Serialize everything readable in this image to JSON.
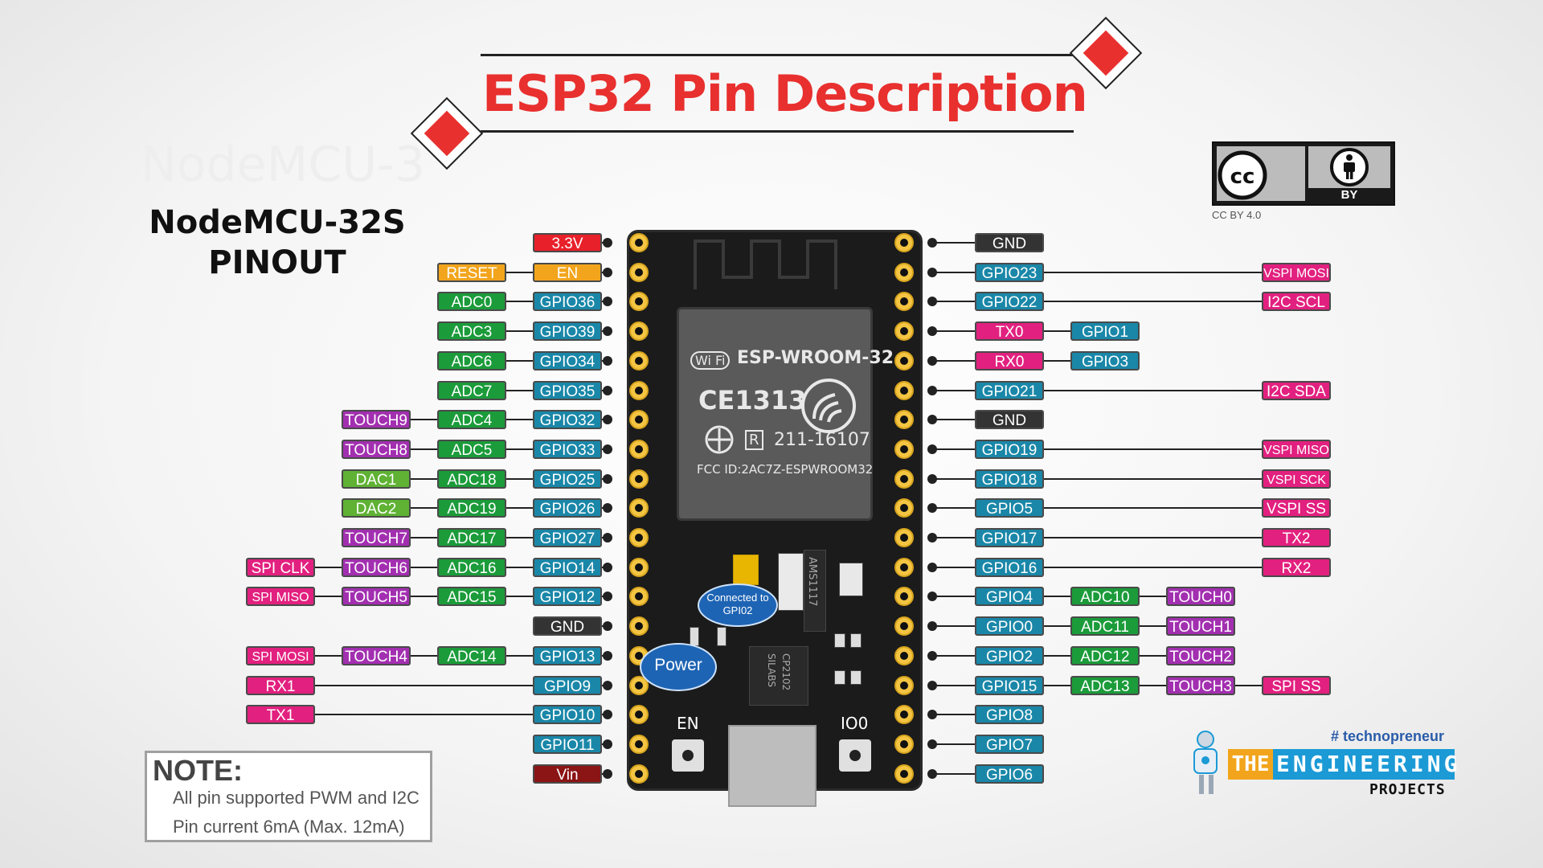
{
  "header": {
    "title": "ESP32 Pin Description",
    "subtitle_line1": "NodeMCU-32S",
    "subtitle_line2": "PINOUT",
    "ghost_text": "NodeMCU-3"
  },
  "license": {
    "cc_symbol": "cc",
    "by_label": "BY",
    "caption": "CC BY 4.0",
    "icon_cc": "cc-icon",
    "icon_person": "attribution-person-icon"
  },
  "colors": {
    "power": "#e8202a",
    "reset": "#f2a51c",
    "adc": "#1b9b3a",
    "gpio": "#1a87a8",
    "touch": "#a22fb0",
    "dac": "#5fb233",
    "spi": "#e2207f",
    "gnd": "#333333",
    "vin": "#8b1414",
    "title": "#e8302f"
  },
  "left_pins": [
    {
      "labels": [
        {
          "text": "3.3V",
          "kind": "power"
        }
      ]
    },
    {
      "labels": [
        {
          "text": "RESET",
          "kind": "reset"
        },
        {
          "text": "EN",
          "kind": "reset"
        }
      ]
    },
    {
      "labels": [
        {
          "text": "ADC0",
          "kind": "adc"
        },
        {
          "text": "GPIO36",
          "kind": "gpio"
        }
      ]
    },
    {
      "labels": [
        {
          "text": "ADC3",
          "kind": "adc"
        },
        {
          "text": "GPIO39",
          "kind": "gpio"
        }
      ]
    },
    {
      "labels": [
        {
          "text": "ADC6",
          "kind": "adc"
        },
        {
          "text": "GPIO34",
          "kind": "gpio"
        }
      ]
    },
    {
      "labels": [
        {
          "text": "ADC7",
          "kind": "adc"
        },
        {
          "text": "GPIO35",
          "kind": "gpio"
        }
      ]
    },
    {
      "labels": [
        {
          "text": "TOUCH9",
          "kind": "touch"
        },
        {
          "text": "ADC4",
          "kind": "adc"
        },
        {
          "text": "GPIO32",
          "kind": "gpio"
        }
      ]
    },
    {
      "labels": [
        {
          "text": "TOUCH8",
          "kind": "touch"
        },
        {
          "text": "ADC5",
          "kind": "adc"
        },
        {
          "text": "GPIO33",
          "kind": "gpio"
        }
      ]
    },
    {
      "labels": [
        {
          "text": "DAC1",
          "kind": "dac"
        },
        {
          "text": "ADC18",
          "kind": "adc"
        },
        {
          "text": "GPIO25",
          "kind": "gpio"
        }
      ]
    },
    {
      "labels": [
        {
          "text": "DAC2",
          "kind": "dac"
        },
        {
          "text": "ADC19",
          "kind": "adc"
        },
        {
          "text": "GPIO26",
          "kind": "gpio"
        }
      ]
    },
    {
      "labels": [
        {
          "text": "TOUCH7",
          "kind": "touch"
        },
        {
          "text": "ADC17",
          "kind": "adc"
        },
        {
          "text": "GPIO27",
          "kind": "gpio"
        }
      ]
    },
    {
      "labels": [
        {
          "text": "SPI CLK",
          "kind": "spi"
        },
        {
          "text": "TOUCH6",
          "kind": "touch"
        },
        {
          "text": "ADC16",
          "kind": "adc"
        },
        {
          "text": "GPIO14",
          "kind": "gpio"
        }
      ]
    },
    {
      "labels": [
        {
          "text": "SPI MISO",
          "kind": "spi"
        },
        {
          "text": "TOUCH5",
          "kind": "touch"
        },
        {
          "text": "ADC15",
          "kind": "adc"
        },
        {
          "text": "GPIO12",
          "kind": "gpio"
        }
      ]
    },
    {
      "labels": [
        {
          "text": "GND",
          "kind": "gnd"
        }
      ]
    },
    {
      "labels": [
        {
          "text": "SPI MOSI",
          "kind": "spi"
        },
        {
          "text": "TOUCH4",
          "kind": "touch"
        },
        {
          "text": "ADC14",
          "kind": "adc"
        },
        {
          "text": "GPIO13",
          "kind": "gpio"
        }
      ]
    },
    {
      "labels": [
        {
          "text": "RX1",
          "kind": "spi"
        },
        {
          "text": "GPIO9",
          "kind": "gpio"
        }
      ]
    },
    {
      "labels": [
        {
          "text": "TX1",
          "kind": "spi"
        },
        {
          "text": "GPIO10",
          "kind": "gpio"
        }
      ]
    },
    {
      "labels": [
        {
          "text": "GPIO11",
          "kind": "gpio"
        }
      ]
    },
    {
      "labels": [
        {
          "text": "Vin",
          "kind": "vin"
        }
      ]
    }
  ],
  "right_pins": [
    {
      "labels": [
        {
          "text": "GND",
          "kind": "gnd"
        }
      ]
    },
    {
      "labels": [
        {
          "text": "GPIO23",
          "kind": "gpio"
        },
        {
          "text": "VSPI MOSI",
          "kind": "spi"
        }
      ]
    },
    {
      "labels": [
        {
          "text": "GPIO22",
          "kind": "gpio"
        },
        {
          "text": "I2C SCL",
          "kind": "spi"
        }
      ]
    },
    {
      "labels": [
        {
          "text": "TX0",
          "kind": "spi"
        },
        {
          "text": "GPIO1",
          "kind": "gpio"
        }
      ]
    },
    {
      "labels": [
        {
          "text": "RX0",
          "kind": "spi"
        },
        {
          "text": "GPIO3",
          "kind": "gpio"
        }
      ]
    },
    {
      "labels": [
        {
          "text": "GPIO21",
          "kind": "gpio"
        },
        {
          "text": "I2C SDA",
          "kind": "spi"
        }
      ]
    },
    {
      "labels": [
        {
          "text": "GND",
          "kind": "gnd"
        }
      ]
    },
    {
      "labels": [
        {
          "text": "GPIO19",
          "kind": "gpio"
        },
        {
          "text": "VSPI MISO",
          "kind": "spi"
        }
      ]
    },
    {
      "labels": [
        {
          "text": "GPIO18",
          "kind": "gpio"
        },
        {
          "text": "VSPI SCK",
          "kind": "spi"
        }
      ]
    },
    {
      "labels": [
        {
          "text": "GPIO5",
          "kind": "gpio"
        },
        {
          "text": "VSPI SS",
          "kind": "spi"
        }
      ]
    },
    {
      "labels": [
        {
          "text": "GPIO17",
          "kind": "gpio"
        },
        {
          "text": "TX2",
          "kind": "spi"
        }
      ]
    },
    {
      "labels": [
        {
          "text": "GPIO16",
          "kind": "gpio"
        },
        {
          "text": "RX2",
          "kind": "spi"
        }
      ]
    },
    {
      "labels": [
        {
          "text": "GPIO4",
          "kind": "gpio"
        },
        {
          "text": "ADC10",
          "kind": "adc"
        },
        {
          "text": "TOUCH0",
          "kind": "touch"
        }
      ]
    },
    {
      "labels": [
        {
          "text": "GPIO0",
          "kind": "gpio"
        },
        {
          "text": "ADC11",
          "kind": "adc"
        },
        {
          "text": "TOUCH1",
          "kind": "touch"
        }
      ]
    },
    {
      "labels": [
        {
          "text": "GPIO2",
          "kind": "gpio"
        },
        {
          "text": "ADC12",
          "kind": "adc"
        },
        {
          "text": "TOUCH2",
          "kind": "touch"
        }
      ]
    },
    {
      "labels": [
        {
          "text": "GPIO15",
          "kind": "gpio"
        },
        {
          "text": "ADC13",
          "kind": "adc"
        },
        {
          "text": "TOUCH3",
          "kind": "touch"
        },
        {
          "text": "SPI SS",
          "kind": "spi"
        }
      ]
    },
    {
      "labels": [
        {
          "text": "GPIO8",
          "kind": "gpio"
        }
      ]
    },
    {
      "labels": [
        {
          "text": "GPIO7",
          "kind": "gpio"
        }
      ]
    },
    {
      "labels": [
        {
          "text": "GPIO6",
          "kind": "gpio"
        }
      ]
    }
  ],
  "board": {
    "module_brand": "Wi Fi",
    "module_name": "ESP-WROOM-32",
    "ce_mark": "CE1313",
    "reg_code": "211-16107",
    "fcc_id": "FCC ID:2AC7Z-ESPWROOM32",
    "regulator_label": "AMS1117",
    "usb_chip_label1": "SILABS",
    "usb_chip_label2": "CP2102",
    "en_button_label": "EN",
    "io0_button_label": "IO0",
    "bubble_connected": "Connected to GPI02",
    "bubble_power": "Power"
  },
  "note": {
    "title": "NOTE:",
    "line1": "All pin supported PWM and I2C",
    "line2": "Pin current 6mA (Max. 12mA)"
  },
  "logo": {
    "hashtag": "# technopreneur",
    "the": "THE",
    "engineering": "ENGINEERING",
    "projects": "PROJECTS"
  }
}
